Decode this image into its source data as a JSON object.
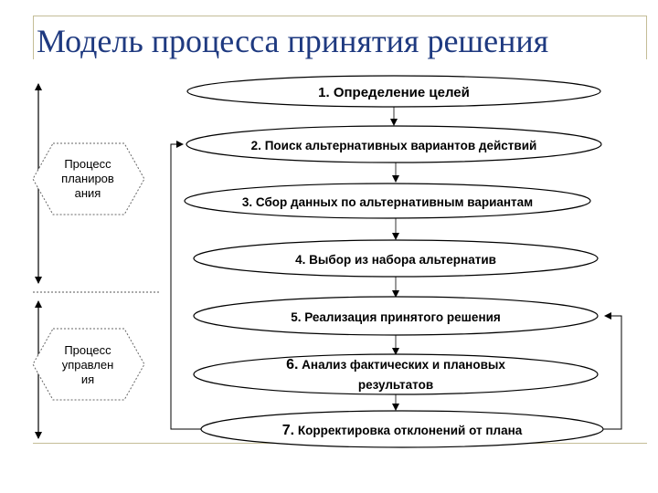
{
  "title": "Модель процесса принятия решения",
  "steps": [
    {
      "num": "1.",
      "text": "Определение целей"
    },
    {
      "num": "2.",
      "text": "Поиск альтернативных вариантов действий"
    },
    {
      "num": "3.",
      "text": "Сбор данных по альтернативным вариантам"
    },
    {
      "num": "4.",
      "text": "Выбор из набора альтернатив"
    },
    {
      "num": "5.",
      "text": "Реализация принятого решения"
    },
    {
      "num": "6.",
      "text": "Анализ фактических и плановых",
      "text2": "результатов"
    },
    {
      "num": "7.",
      "text": "Корректировка отклонений от плана"
    }
  ],
  "phases": {
    "planning": [
      "Процесс",
      "планиров",
      "ания"
    ],
    "management": [
      "Процесс",
      "управлен",
      "ия"
    ]
  }
}
